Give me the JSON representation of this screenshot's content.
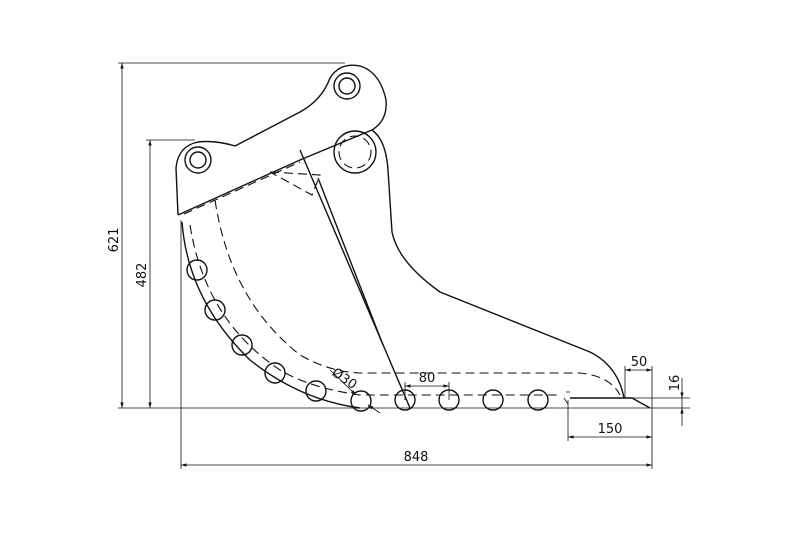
{
  "title": "Ripper bucket technical drawing",
  "dimensions": {
    "total_height": "621",
    "lower_height": "482",
    "total_length": "848",
    "tooth_length": "150",
    "tooth_tip": "50",
    "tooth_thickness": "16",
    "tooth_pitch": "80",
    "tooth_diameter": "Ø30"
  },
  "line_color": "#111111"
}
